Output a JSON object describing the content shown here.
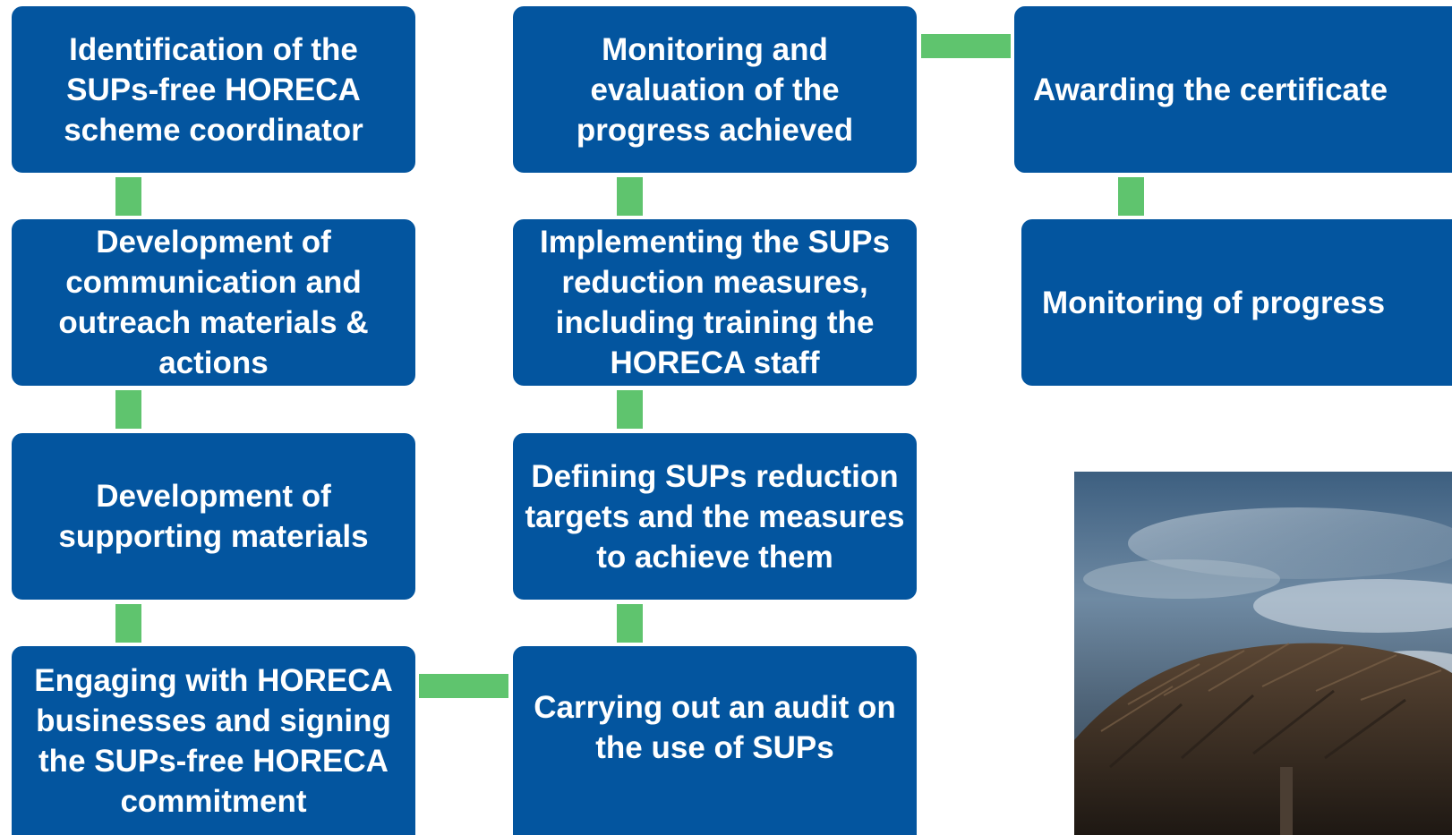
{
  "flow": {
    "col1": [
      "Identification of the SUPs-free HORECA scheme coordinator",
      "Development of communication and outreach materials & actions",
      "Development of supporting materials",
      "Engaging with HORECA businesses and signing the SUPs-free HORECA commitment"
    ],
    "col2": [
      "Monitoring and evaluation of the progress achieved",
      "Implementing the SUPs reduction measures, including training the HORECA staff",
      "Defining SUPs reduction targets and the measures to achieve them",
      "Carrying out an audit on the use of SUPs"
    ],
    "col3": [
      "Awarding the certificate",
      "Monitoring of progress"
    ]
  },
  "colors": {
    "box": "#03559f",
    "connector": "#5fc46e"
  }
}
